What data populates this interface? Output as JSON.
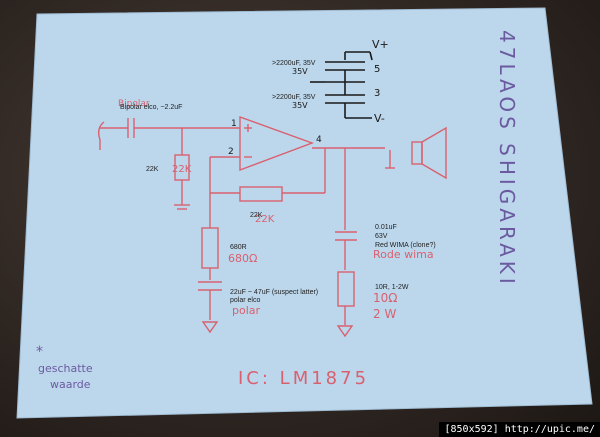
{
  "labels": {
    "cap_top": ">2200uF, 35V",
    "cap_top_hand": "35V",
    "cap_bottom": ">2200uF, 35V",
    "cap_bottom_hand": "35V",
    "rail_pos": "V+",
    "rail_neg": "V-",
    "pin_5": "5",
    "pin_3": "3",
    "pin_1": "1",
    "pin_2": "2",
    "pin_4": "4",
    "input_cap_hand": "Bipolar",
    "input_cap": "Bipolar elco, ~2.2uF",
    "r_input": "22K",
    "r_input_hand": "22K",
    "r_feedback": "22K",
    "r_feedback_hand": "22K",
    "r_ground": "680R",
    "r_ground_hand": "680Ω",
    "c_ground": "22uF ~ 47uF (suspect latter)",
    "c_ground_type": "polar elco",
    "c_ground_hand": "polar",
    "zobel_c_value": "0.01uF",
    "zobel_c_voltage": "63V",
    "zobel_c_type": "Red WIMA (clone?)",
    "zobel_c_hand": "Rode wima",
    "zobel_r": "10R, 1-2W",
    "zobel_r_hand1": "10Ω",
    "zobel_r_hand2": "2 W",
    "ic_label": "IC: LM1875",
    "title_side": "47LAOS SHIGARAKI",
    "corner_note_1": "geschatte",
    "corner_note_2": "waarde",
    "corner_star": "*",
    "watermark": "[850x592] http://upic.me/"
  },
  "colors": {
    "paper": "#bcd7ec",
    "ink_black": "#1a1a1a",
    "ink_red": "#d9606e",
    "ink_purple": "#6b5aa0"
  }
}
